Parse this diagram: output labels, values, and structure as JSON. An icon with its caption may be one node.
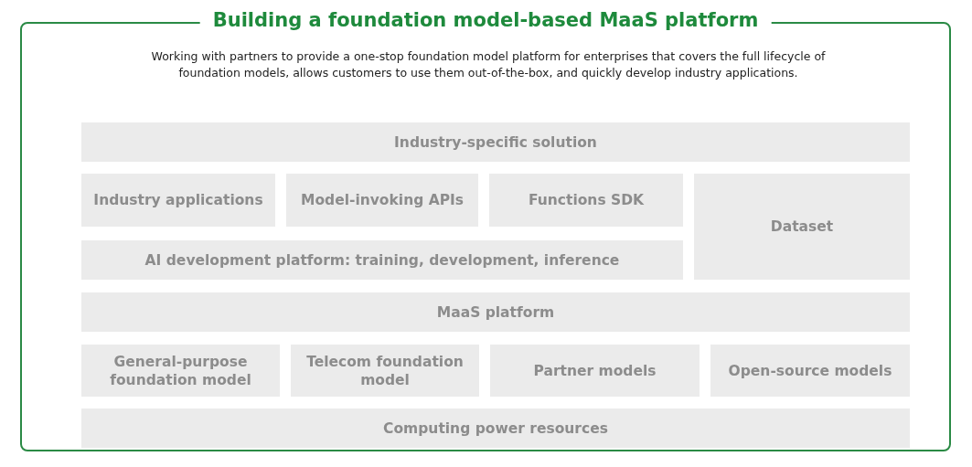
{
  "diagram": {
    "nodes": [
      {
        "text": [
          "Building a foundation model-based MaaS platform",
          "Working with partners to provide a one-stop foundation model platform for enterprises that covers the full lifecycle of foundation models, allows customers to use them out-of-the-box, and quickly develop industry applications."
        ]
      },
      {
        "text": [
          "Industry-specific solution"
        ],
        "in": 0
      },
      {
        "text": [
          "Industry applications"
        ],
        "in": 0
      },
      {
        "text": [
          "Model-invoking APIs"
        ],
        "in": 0
      },
      {
        "text": [
          "Functions SDK"
        ],
        "in": 0
      },
      {
        "text": [
          "Dataset"
        ],
        "in": 0
      },
      {
        "text": [
          "AI development platform: training, development, inference"
        ],
        "in": 0
      },
      {
        "text": [
          "MaaS platform"
        ],
        "in": 0
      },
      {
        "text": [
          "General-purpose foundation model"
        ],
        "in": 0
      },
      {
        "text": [
          "Telecom foundation model"
        ],
        "in": 0
      },
      {
        "text": [
          "Partner models"
        ],
        "in": 0
      },
      {
        "text": [
          "Open-source models"
        ],
        "in": 0
      },
      {
        "text": [
          "Computing power resources"
        ],
        "in": 0
      }
    ]
  }
}
